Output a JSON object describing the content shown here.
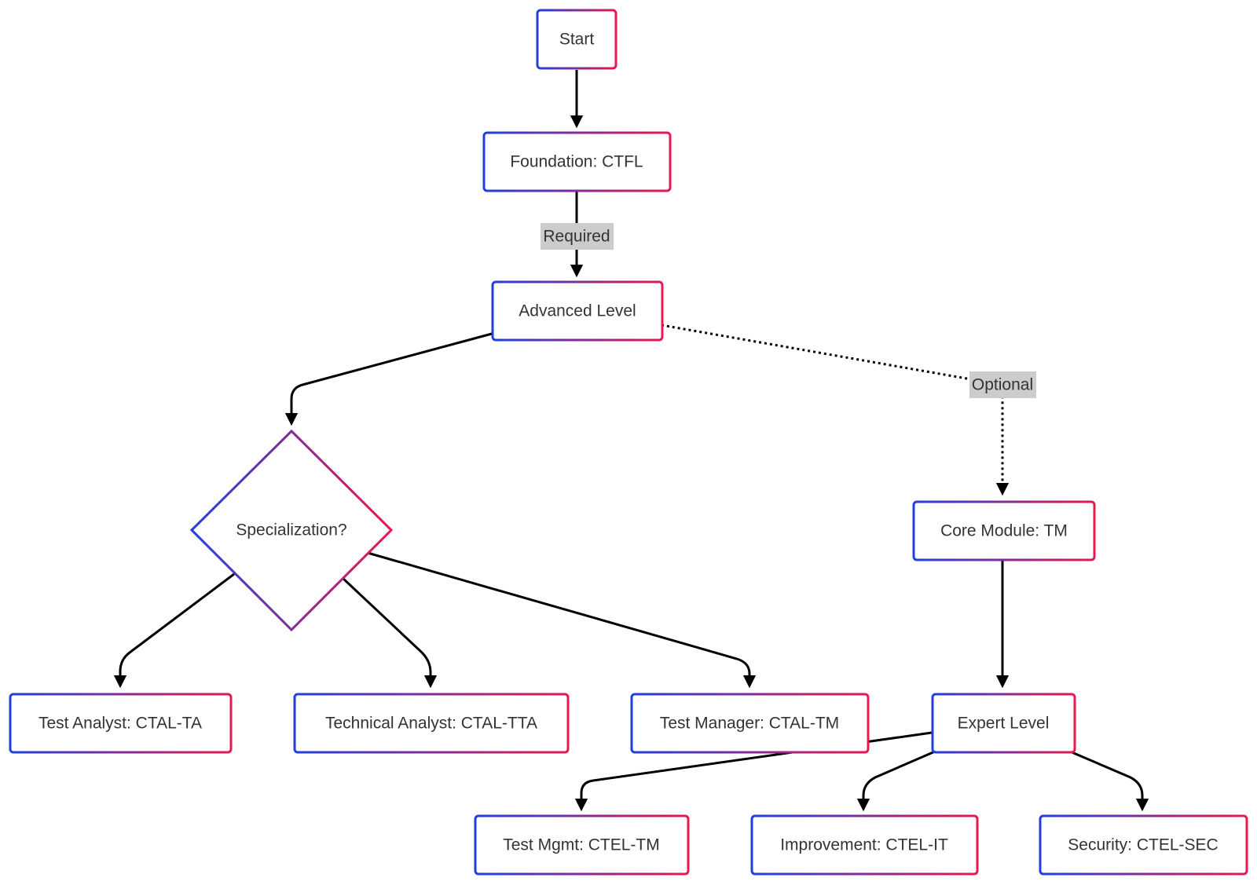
{
  "diagram": {
    "nodes": {
      "start": "Start",
      "foundation": "Foundation: CTFL",
      "advanced": "Advanced Level",
      "specialization": "Specialization?",
      "core_module": "Core Module: TM",
      "test_analyst": "Test Analyst: CTAL-TA",
      "technical_analyst": "Technical Analyst: CTAL-TTA",
      "test_manager": "Test Manager: CTAL-TM",
      "expert": "Expert Level",
      "test_mgmt": "Test Mgmt: CTEL-TM",
      "improvement": "Improvement: CTEL-IT",
      "security": "Security: CTEL-SEC"
    },
    "edge_labels": {
      "required": "Required",
      "optional": "Optional"
    },
    "colors": {
      "border_start": "#1f3fe0",
      "border_end": "#e8174f",
      "edge": "#000000",
      "label_bg": "#cccccc",
      "text": "#333333"
    }
  }
}
